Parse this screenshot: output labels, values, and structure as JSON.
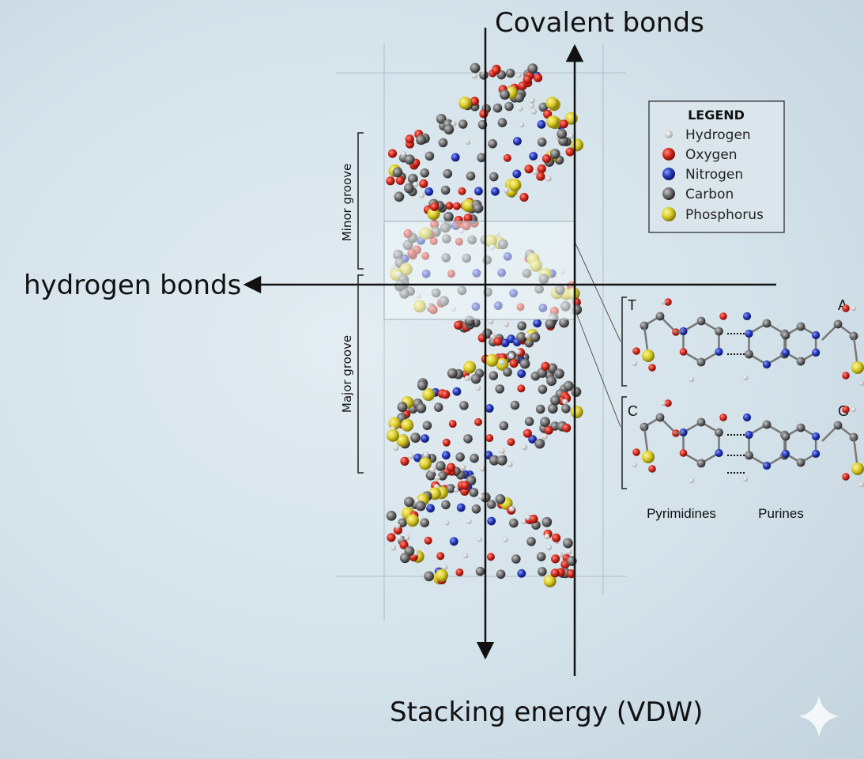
{
  "axes": {
    "top_label": "Covalent bonds",
    "left_label": "hydrogen bonds",
    "bottom_label": "Stacking energy (VDW)"
  },
  "grooves": {
    "minor": "Minor groove",
    "major": "Major groove"
  },
  "legend": {
    "title": "LEGEND",
    "items": [
      {
        "label": "Hydrogen",
        "color": "#f2f2f2"
      },
      {
        "label": "Oxygen",
        "color": "#d42a1e"
      },
      {
        "label": "Nitrogen",
        "color": "#2638b8"
      },
      {
        "label": "Carbon",
        "color": "#6e6e6e"
      },
      {
        "label": "Phosphorus",
        "color": "#d8cc2a"
      }
    ]
  },
  "base_pairs": {
    "pair1": {
      "left": "T",
      "right": "A"
    },
    "pair2": {
      "left": "C",
      "right": "G"
    },
    "left_class": "Pyrimidines",
    "right_class": "Purines"
  }
}
